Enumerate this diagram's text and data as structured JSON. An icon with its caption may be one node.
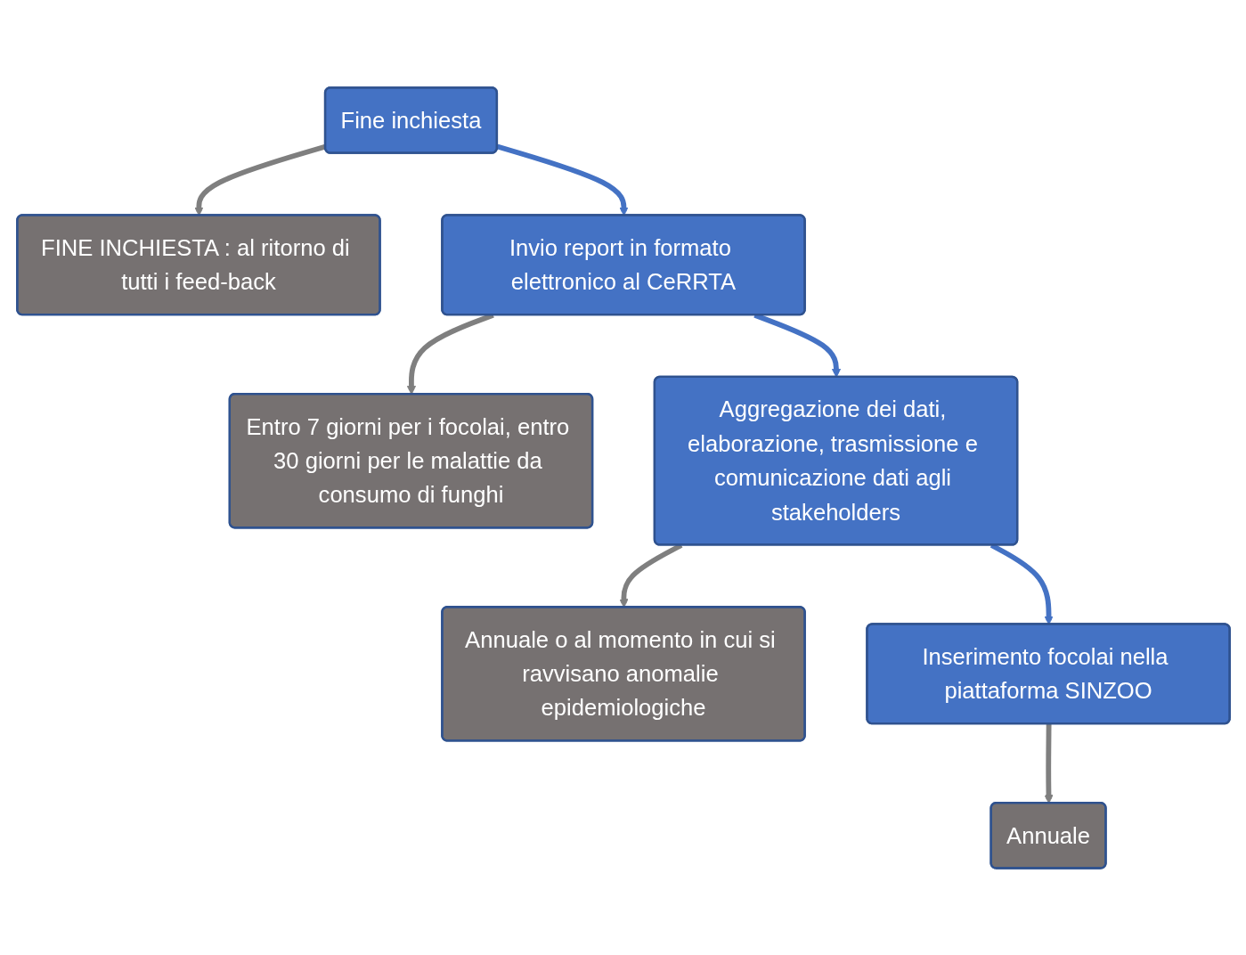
{
  "diagram": {
    "nodes": [
      {
        "text": [
          "Fine inchiesta"
        ]
      },
      {
        "text": [
          "FINE INCHIESTA : al ritorno di tutti i feed-back"
        ]
      },
      {
        "text": [
          "Invio report in formato elettronico al CeRRTA"
        ]
      },
      {
        "text": [
          "Entro 7 giorni per i focolai, entro 30 giorni per le malattie da consumo di funghi"
        ]
      },
      {
        "text": [
          "Aggregazione dei dati, elaborazione, trasmissione e comunicazione dati agli stakeholders"
        ]
      },
      {
        "text": [
          "Annuale o al momento in cui si ravvisano anomalie epidemiologiche"
        ]
      },
      {
        "text": [
          "Inserimento focolai nella piattaforma SINZOO"
        ]
      },
      {
        "text": [
          "Annuale"
        ]
      }
    ],
    "edges": [
      {
        "from": 0,
        "to": 1,
        "arrow": "to"
      },
      {
        "from": 0,
        "to": 2,
        "arrow": "to",
        "color": "#4472c4"
      },
      {
        "from": 2,
        "to": 3,
        "arrow": "to"
      },
      {
        "from": 2,
        "to": 4,
        "arrow": "to",
        "color": "#4472c4"
      },
      {
        "from": 4,
        "to": 5,
        "arrow": "to"
      },
      {
        "from": 4,
        "to": 6,
        "arrow": "to",
        "color": "#4472c4"
      },
      {
        "from": 6,
        "to": 7,
        "arrow": "to"
      }
    ]
  }
}
